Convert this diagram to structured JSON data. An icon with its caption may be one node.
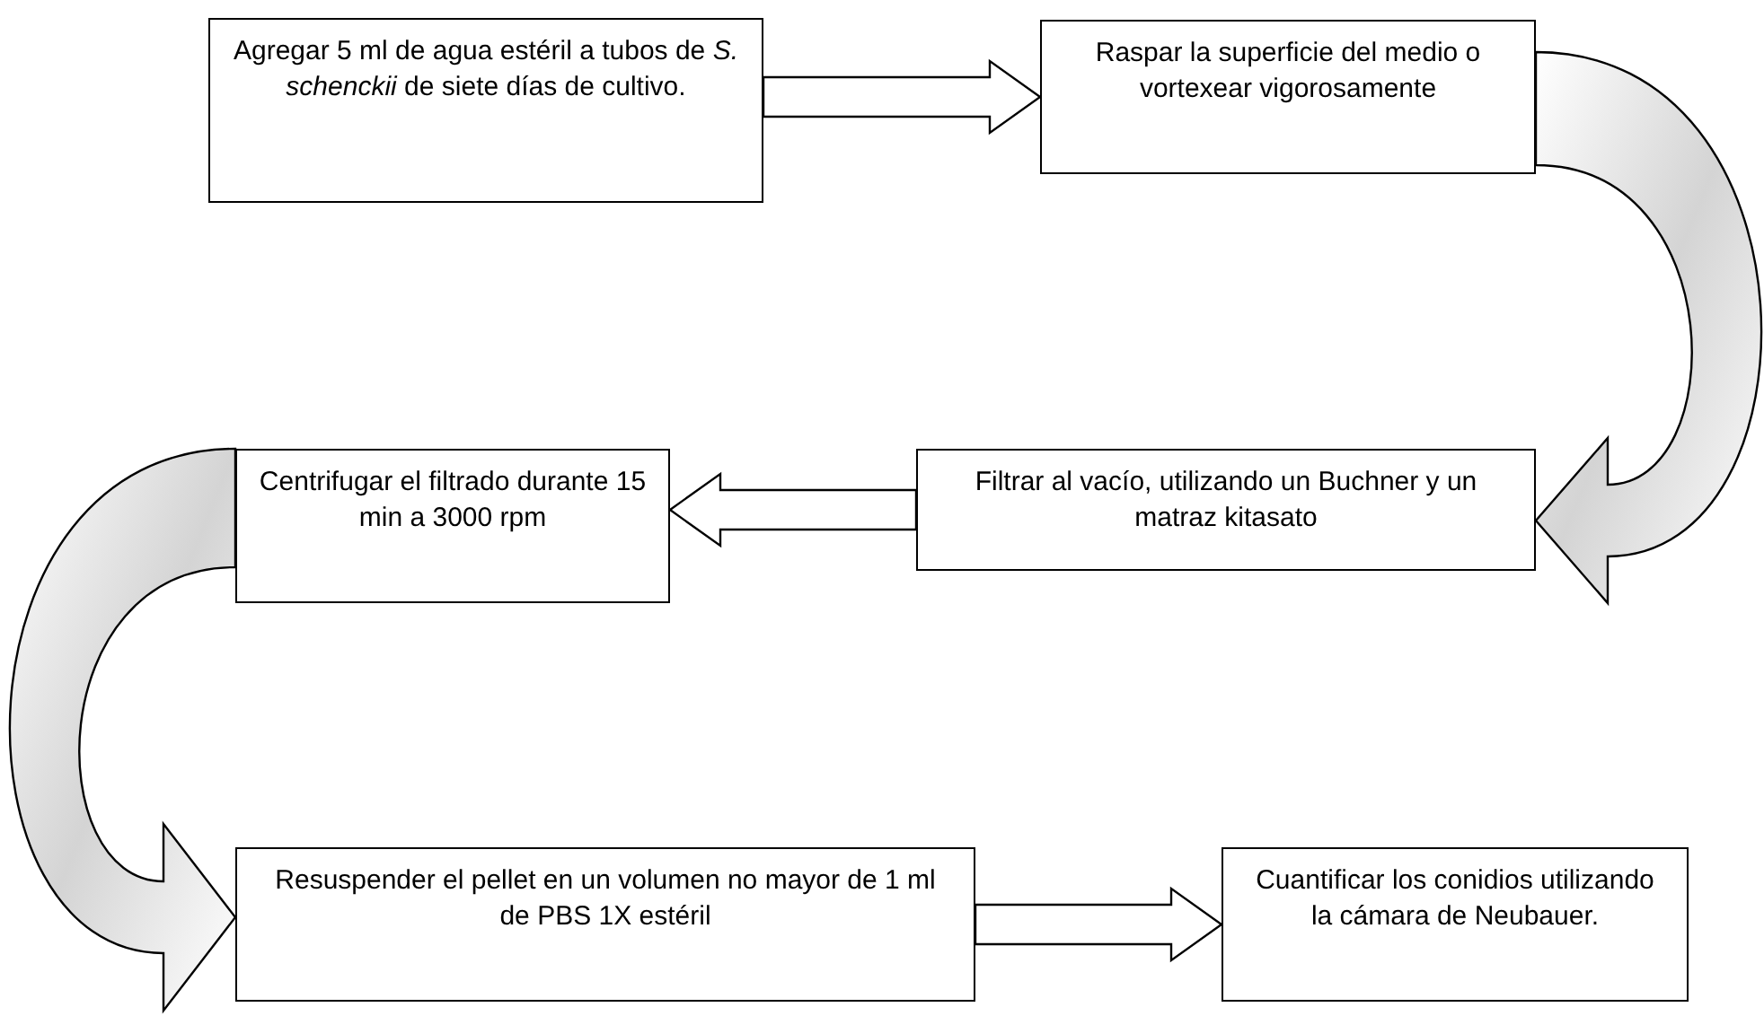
{
  "diagram": {
    "nodes": [
      {
        "text": [
          "Agregar 5 ml de agua estéril a tubos de *S. schenckii* de siete días de cultivo."
        ]
      },
      {
        "text": [
          "Raspar la superficie del medio o vortexear vigorosamente"
        ]
      },
      {
        "text": [
          "Filtrar al vacío, utilizando un Buchner y un matraz kitasato"
        ]
      },
      {
        "text": [
          "Centrifugar el filtrado durante 15 min a 3000 rpm"
        ]
      },
      {
        "text": [
          "Resuspender el pellet en un volumen no mayor de 1 ml de PBS 1X estéril"
        ]
      },
      {
        "text": [
          "Cuantificar los conidios utilizando la cámara de Neubauer."
        ]
      }
    ],
    "edges": [
      {
        "from": 0,
        "to": 1,
        "arrow": "to"
      },
      {
        "from": 1,
        "to": 2,
        "arrow": "to"
      },
      {
        "from": 2,
        "to": 3,
        "arrow": "to"
      },
      {
        "from": 3,
        "to": 4,
        "arrow": "to"
      },
      {
        "from": 4,
        "to": 5,
        "arrow": "to"
      }
    ]
  }
}
